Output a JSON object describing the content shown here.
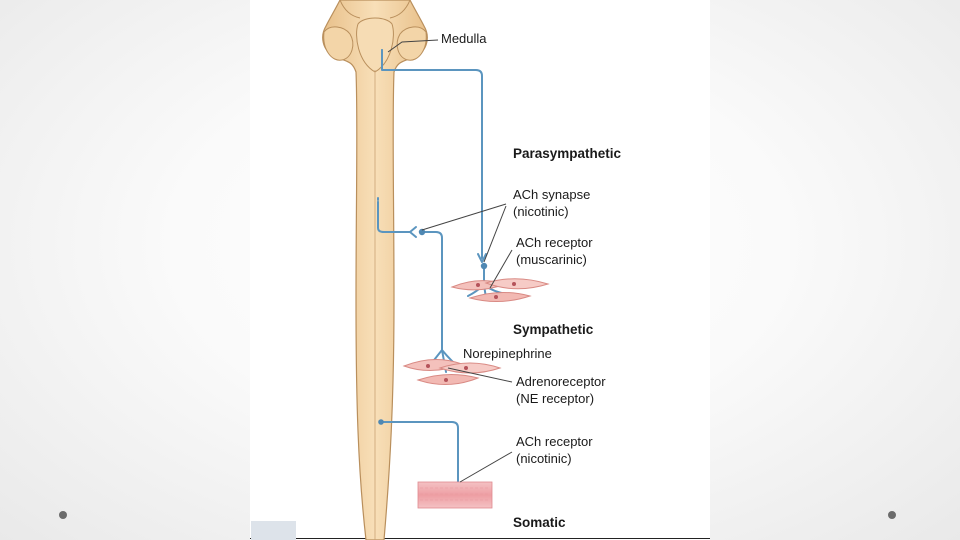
{
  "labels": {
    "medulla": "Medulla",
    "parasympathetic": "Parasympathetic",
    "ach_synapse_1": "ACh synapse",
    "ach_synapse_2": "(nicotinic)",
    "ach_receptor_musc_1": "ACh receptor",
    "ach_receptor_musc_2": "(muscarinic)",
    "sympathetic": "Sympathetic",
    "norepinephrine": "Norepinephrine",
    "adrenoreceptor_1": "Adrenoreceptor",
    "adrenoreceptor_2": "(NE receptor)",
    "ach_receptor_nic_1": "ACh receptor",
    "ach_receptor_nic_2": "(nicotinic)",
    "somatic": "Somatic"
  },
  "colors": {
    "nerve": "#5b95bf",
    "spinal_cord": "#f0d2a4",
    "spinal_cord_outline": "#b98f5c",
    "smooth_muscle": "#f2b9b3",
    "skeletal_muscle": "#f0a7aa"
  }
}
